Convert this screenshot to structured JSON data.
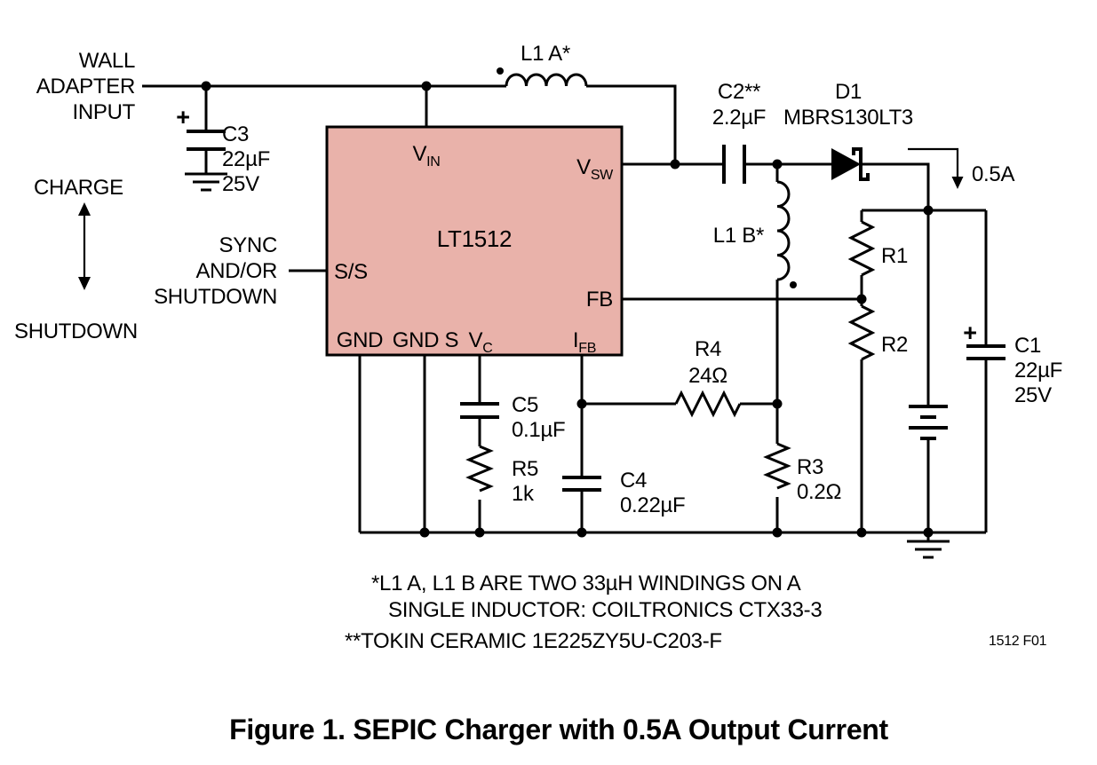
{
  "caption": "Figure 1. SEPIC Charger with 0.5A Output Current",
  "fig_ref": "1512 F01",
  "colors": {
    "ic_fill": "#e9b2aa",
    "wire": "#000000",
    "background": "#ffffff"
  },
  "labels": {
    "input": [
      "WALL",
      "ADAPTER",
      "INPUT"
    ],
    "charge": "CHARGE",
    "shutdown": "SHUTDOWN",
    "sync": [
      "SYNC",
      "AND/OR",
      "SHUTDOWN"
    ]
  },
  "ic": {
    "name": "LT1512",
    "pins": {
      "vin_main": "V",
      "vin_sub": "IN",
      "vsw_main": "V",
      "vsw_sub": "SW",
      "ss": "S/S",
      "fb": "FB",
      "gnd": "GND",
      "gnd_s": "GND S",
      "vc_main": "V",
      "vc_sub": "C",
      "ifb_main": "I",
      "ifb_sub": "FB"
    }
  },
  "components": {
    "c3": {
      "ref": "C3",
      "value": "22µF",
      "rating": "25V",
      "polarity": "+"
    },
    "l1a": {
      "ref": "L1 A*"
    },
    "l1b": {
      "ref": "L1 B*"
    },
    "c2": {
      "ref": "C2**",
      "value": "2.2µF"
    },
    "d1": {
      "ref": "D1",
      "part": "MBRS130LT3"
    },
    "output_current": "0.5A",
    "r1": {
      "ref": "R1"
    },
    "r2": {
      "ref": "R2"
    },
    "c1": {
      "ref": "C1",
      "value": "22µF",
      "rating": "25V",
      "polarity": "+"
    },
    "r4": {
      "ref": "R4",
      "value": "24Ω"
    },
    "r3": {
      "ref": "R3",
      "value": "0.2Ω"
    },
    "c5": {
      "ref": "C5",
      "value": "0.1µF"
    },
    "r5": {
      "ref": "R5",
      "value": "1k"
    },
    "c4": {
      "ref": "C4",
      "value": "0.22µF"
    }
  },
  "notes": [
    "*L1 A, L1 B ARE TWO 33µH WINDINGS ON A",
    "SINGLE INDUCTOR: COILTRONICS CTX33-3",
    "**TOKIN CERAMIC 1E225ZY5U-C203-F"
  ]
}
